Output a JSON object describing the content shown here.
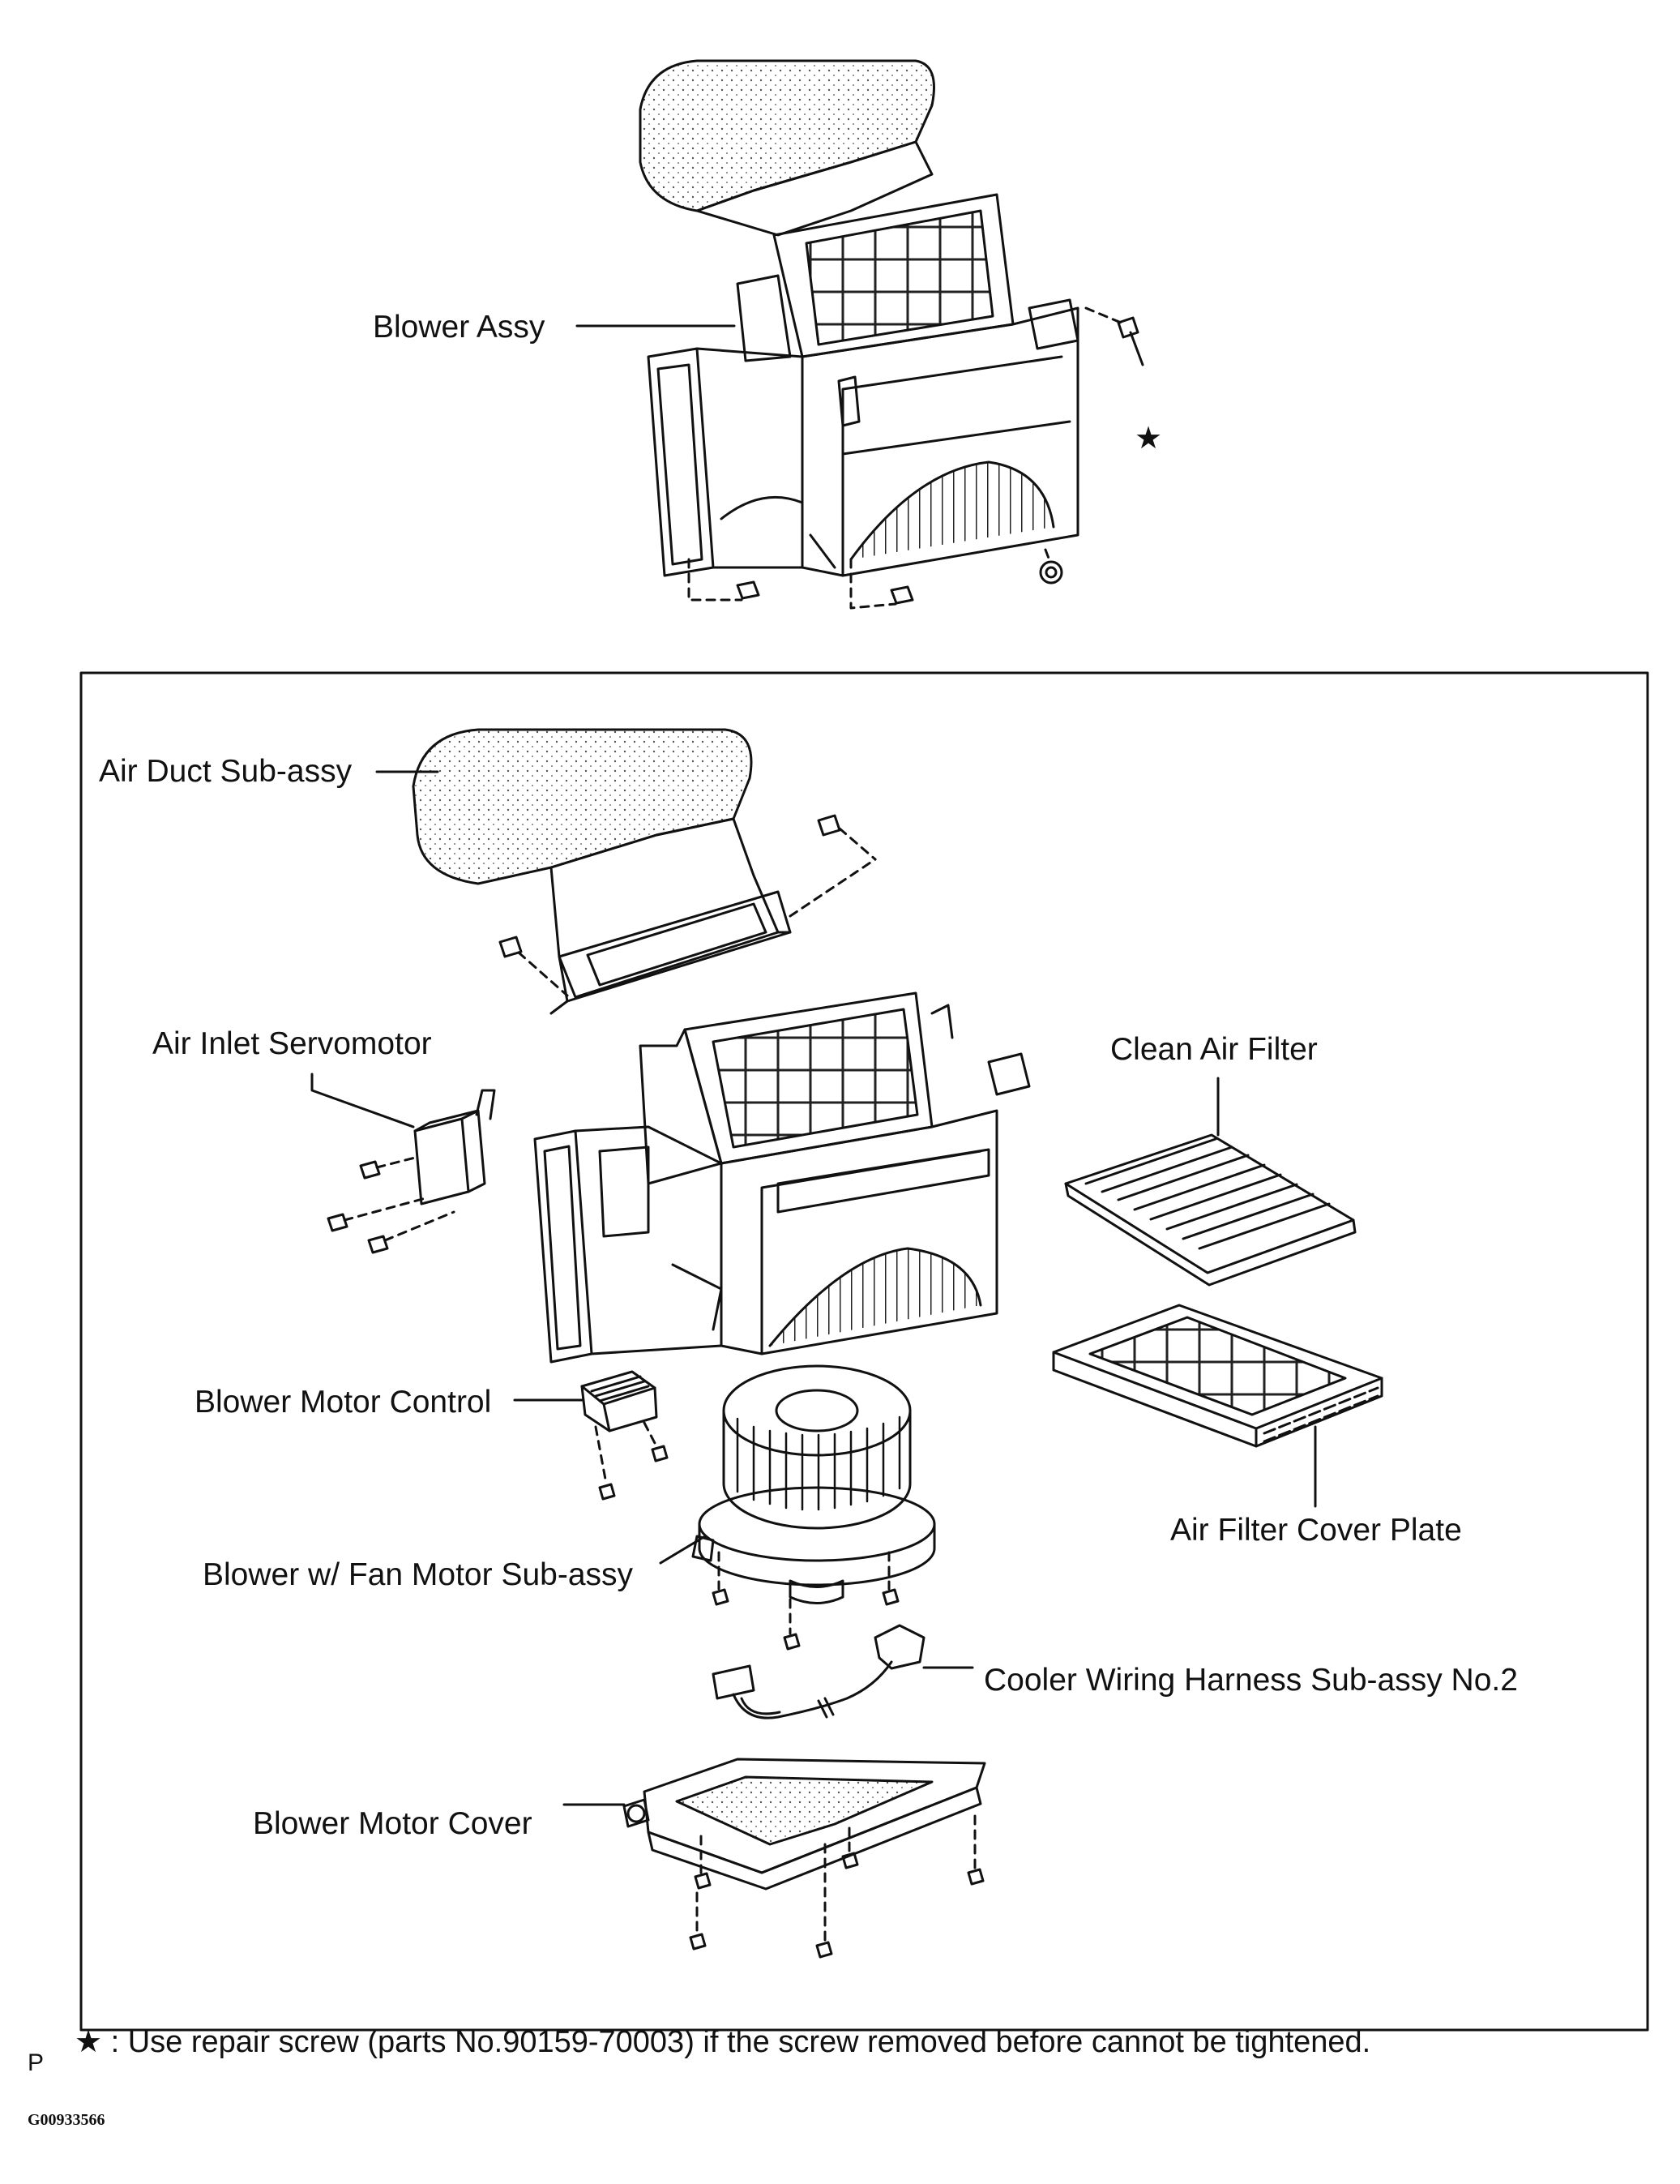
{
  "labels": {
    "blower_assy": "Blower Assy",
    "air_duct_sub_assy": "Air Duct Sub-assy",
    "air_inlet_servomotor": "Air Inlet Servomotor",
    "clean_air_filter": "Clean Air Filter",
    "blower_motor_control": "Blower Motor Control",
    "air_filter_cover_plate": "Air Filter Cover Plate",
    "blower_fan_motor_sub_assy": "Blower w/ Fan Motor Sub-assy",
    "cooler_wiring_harness": "Cooler Wiring Harness Sub-assy No.2",
    "blower_motor_cover": "Blower Motor Cover"
  },
  "star_symbol": "★",
  "note": "★ : Use repair screw (parts No.90159-70003) if the screw removed before cannot be tightened.",
  "corner_mark": "P",
  "figure_code": "G00933566"
}
